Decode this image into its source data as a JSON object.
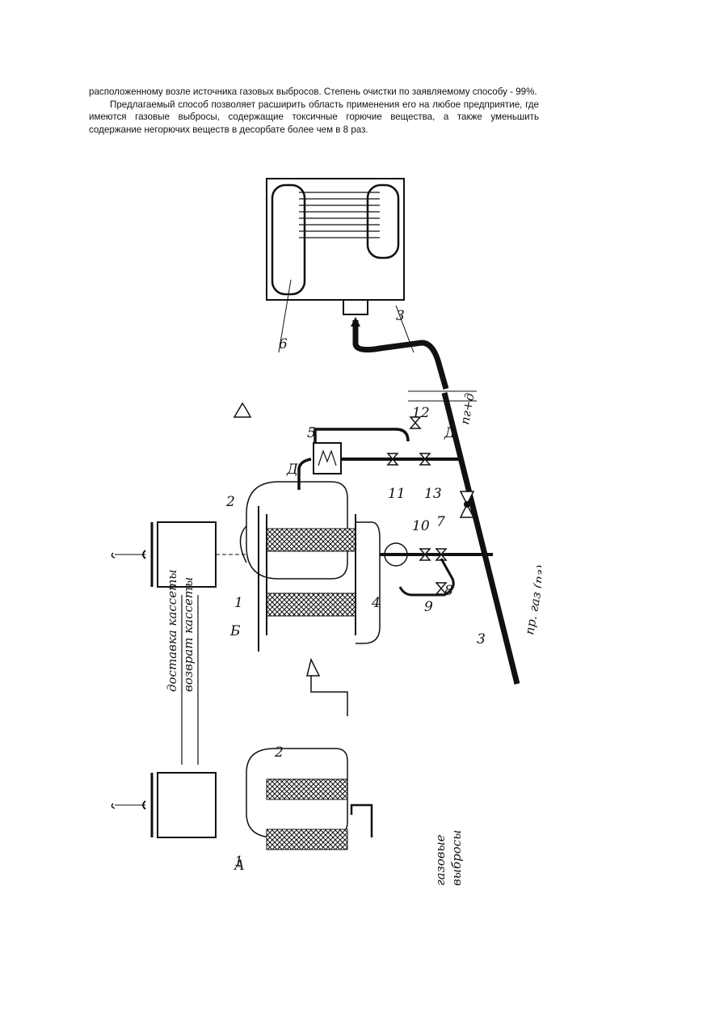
{
  "paragraphs": [
    "расположенному возле источника газовых выбросов. Степень очистки по заявляемому способу - 99%.",
    "Предлагаемый способ позволяет расширить область применения его на любое предприятие, где имеются газовые выбросы, содержащие токсичные горючие вещества, а также уменьшить содержание негорючих веществ в десорбате более чем в 8 раз."
  ],
  "figure": {
    "labels": {
      "l1a": "1",
      "l1b": "1",
      "l2a": "2",
      "l2b": "2",
      "l3a": "3",
      "l3b": "3",
      "l4": "4",
      "l5": "5",
      "l6": "6",
      "l7": "7",
      "l8": "8",
      "l9": "9",
      "l10": "10",
      "l11": "11",
      "l12": "12",
      "l13": "13",
      "lA": "А",
      "lB": "Б",
      "lD1": "Д",
      "lD2": "Д"
    },
    "captions": {
      "delivery": "доставка кассеты",
      "return": "возврат кассеты",
      "emissions_1": "газовые",
      "emissions_2": "выбросы",
      "pipe_fuel": "пр. газ (пг)",
      "pipe_pgd": "пг+д"
    }
  }
}
